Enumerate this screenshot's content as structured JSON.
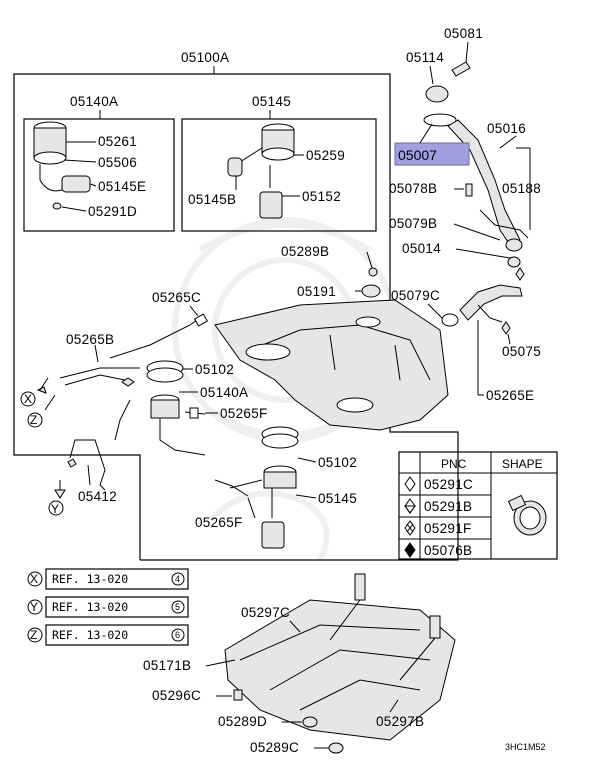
{
  "highlight_color": "#9fa0e0",
  "labels": {
    "p05100A": "05100A",
    "p05140A_top": "05140A",
    "p05145_top": "05145",
    "p05261": "05261",
    "p05506": "05506",
    "p05145E": "05145E",
    "p05291D": "05291D",
    "p05259": "05259",
    "p05145B": "05145B",
    "p05152": "05152",
    "p05289B": "05289B",
    "p05191": "05191",
    "p05265C": "05265C",
    "p05265B": "05265B",
    "p05102_a": "05102",
    "p05140A_mid": "05140A",
    "p05265F_a": "05265F",
    "p05102_b": "05102",
    "p05145_bot": "05145",
    "p05265F_b": "05265F",
    "p05412": "05412",
    "p05081": "05081",
    "p05114": "05114",
    "p05016": "05016",
    "p05007": "05007",
    "p05078B": "05078B",
    "p05188": "05188",
    "p05079B": "05079B",
    "p05014": "05014",
    "p05079C": "05079C",
    "p05075": "05075",
    "p05265E": "05265E",
    "p05297C": "05297C",
    "p05171B": "05171B",
    "p05296C": "05296C",
    "p05289D": "05289D",
    "p05297B": "05297B",
    "p05289C": "05289C"
  },
  "markers": {
    "x": "X",
    "y": "Y",
    "z": "Z"
  },
  "references": [
    {
      "marker": "X",
      "text": "REF. 13-020",
      "num": "4"
    },
    {
      "marker": "Y",
      "text": "REF. 13-020",
      "num": "5"
    },
    {
      "marker": "Z",
      "text": "REF. 13-020",
      "num": "6"
    }
  ],
  "legend": {
    "col_pnc": "PNC",
    "col_shape": "SHAPE",
    "rows": [
      {
        "symbol": "open-diamond",
        "pnc": "05291C"
      },
      {
        "symbol": "half-diamond",
        "pnc": "05291B"
      },
      {
        "symbol": "cross-diamond",
        "pnc": "05291F"
      },
      {
        "symbol": "filled-diamond",
        "pnc": "05076B"
      }
    ]
  },
  "diagram_code": "3HC1M52"
}
